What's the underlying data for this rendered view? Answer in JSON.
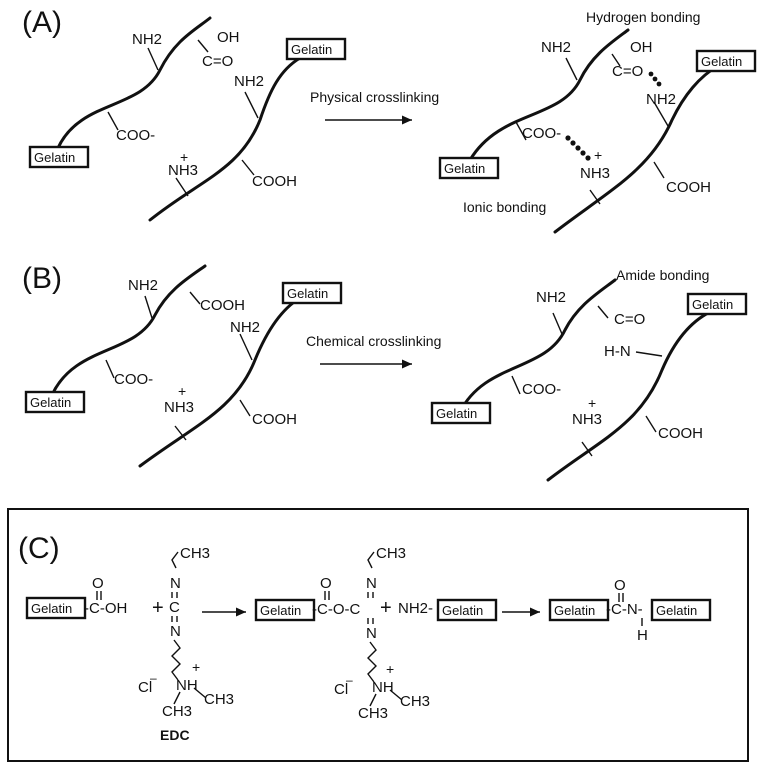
{
  "panels": {
    "a": "(A)",
    "b": "(B)",
    "c": "(C)"
  },
  "gelatin": "Gelatin",
  "groups": {
    "nh2": "NH2",
    "cooh": "COOH",
    "coo_minus": "COO-",
    "nh3_plus": "NH3",
    "plus": "+",
    "oh": "OH",
    "co": "C=O",
    "hn": "H-N",
    "o": "O",
    "n": "N",
    "h": "H",
    "c": "C",
    "ch3": "CH3",
    "cl_minus": "Cl",
    "nh": "NH",
    "c_oh": "-C-OH",
    "nh2_dash": "NH2-",
    "c_o": "-C-O-C",
    "c_n": "-C-N-"
  },
  "labels": {
    "hydrogen_bonding": "Hydrogen bonding",
    "ionic_bonding": "Ionic bonding",
    "physical_crosslinking": "Physical crosslinking",
    "amide_bonding": "Amide bonding",
    "chemical_crosslinking": "Chemical crosslinking",
    "edc": "EDC"
  }
}
